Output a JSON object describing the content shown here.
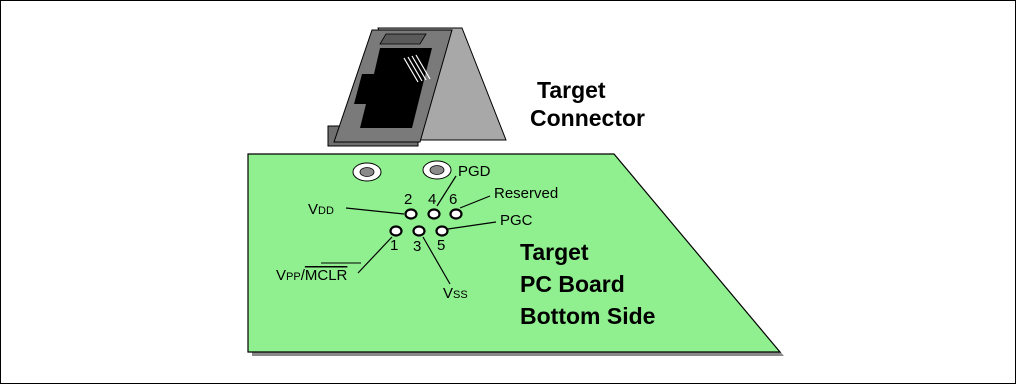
{
  "connector_label": {
    "line1": "Target",
    "line2": "Connector"
  },
  "board_label": {
    "line1": "Target",
    "line2": "PC Board",
    "line3": "Bottom Side"
  },
  "pins": {
    "top_numbers": [
      "2",
      "4",
      "6"
    ],
    "bottom_numbers": [
      "1",
      "3",
      "5"
    ]
  },
  "signals": {
    "pgd": "PGD",
    "reserved": "Reserved",
    "pgc": "PGC",
    "vdd": {
      "main": "V",
      "sub": "DD"
    },
    "vss": {
      "main": "V",
      "sub": "SS"
    },
    "vpp": {
      "main": "V",
      "sub": "PP",
      "sep": "/",
      "overline": "MCLR"
    }
  },
  "colors": {
    "board": "#90f090",
    "board_shadow": "#8a8a8a",
    "connector_face": "#7a7a7a",
    "connector_side": "#a8a8a8",
    "connector_dark": "#000000"
  }
}
